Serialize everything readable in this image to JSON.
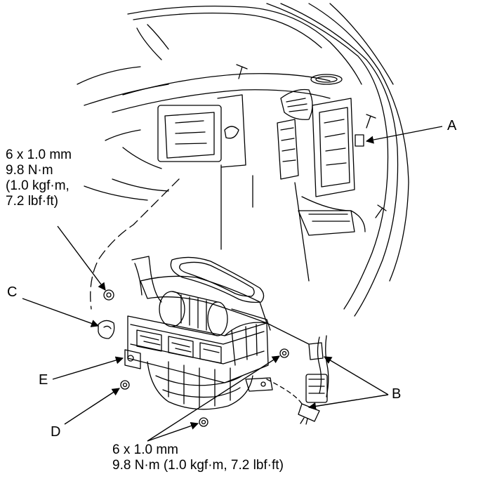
{
  "callouts": {
    "a": "A",
    "b": "B",
    "c": "C",
    "d": "D",
    "e": "E"
  },
  "spec_upper": {
    "line1": "6 x 1.0 mm",
    "line2": "9.8 N·m",
    "line3": "(1.0 kgf·m,",
    "line4": "7.2 lbf·ft)"
  },
  "spec_lower": {
    "line1": "6 x 1.0 mm",
    "line2": "9.8 N·m (1.0 kgf·m, 7.2 lbf·ft)"
  }
}
